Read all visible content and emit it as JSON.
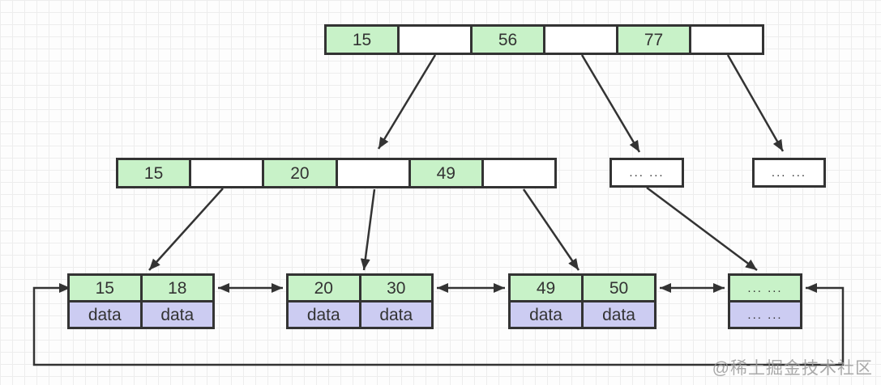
{
  "tree": {
    "root": {
      "cells": [
        "15",
        "",
        "56",
        "",
        "77",
        ""
      ]
    },
    "internal_left": {
      "cells": [
        "15",
        "",
        "20",
        "",
        "49",
        ""
      ]
    },
    "internal_stub_1": {
      "label": "... ..."
    },
    "internal_stub_2": {
      "label": "... ..."
    },
    "leaves": [
      {
        "keys": [
          "15",
          "18"
        ],
        "data": [
          "data",
          "data"
        ]
      },
      {
        "keys": [
          "20",
          "30"
        ],
        "data": [
          "data",
          "data"
        ]
      },
      {
        "keys": [
          "49",
          "50"
        ],
        "data": [
          "data",
          "data"
        ]
      },
      {
        "keys": [
          "... ..."
        ],
        "data": [
          "... ..."
        ]
      }
    ]
  },
  "watermark": "@稀土掘金技术社区",
  "colors": {
    "key_fill": "#c8f2c8",
    "data_fill": "#ccccf2",
    "stroke": "#333333",
    "watermark_text": "#9b9b9b",
    "grid_line": "#ededed"
  }
}
